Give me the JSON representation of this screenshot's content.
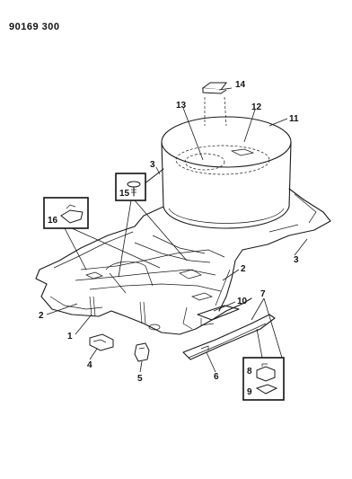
{
  "drawing_code": "90169 300",
  "callouts": {
    "c1": "1",
    "c2a": "2",
    "c2b": "2",
    "c3a": "3",
    "c3b": "3",
    "c4": "4",
    "c5": "5",
    "c6": "6",
    "c7": "7",
    "c8": "8",
    "c9": "9",
    "c10": "10",
    "c11": "11",
    "c12": "12",
    "c13": "13",
    "c14": "14",
    "c15": "15",
    "c16": "16"
  }
}
